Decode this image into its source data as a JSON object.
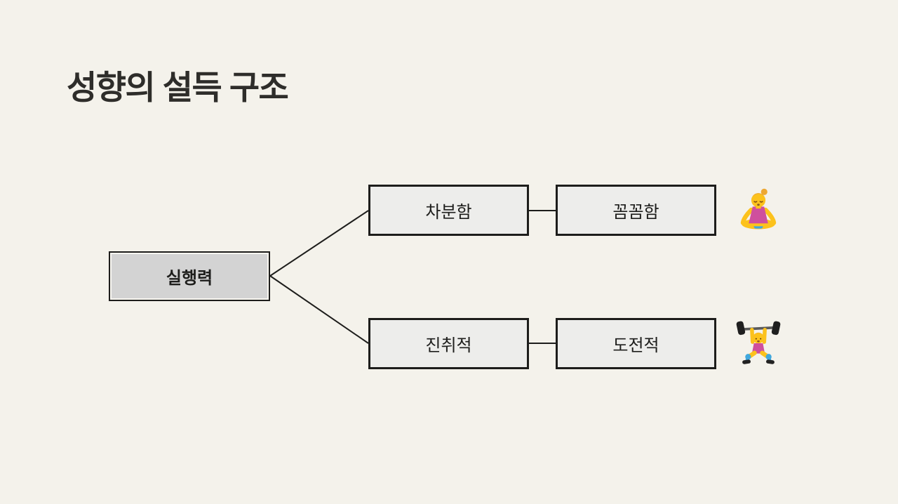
{
  "title": "성향의 설득 구조",
  "diagram": {
    "root": {
      "label": "실행력"
    },
    "rows": [
      {
        "left_label": "차분함",
        "right_label": "꼼꼼함",
        "icon": "woman-in-lotus-position-emoji"
      },
      {
        "left_label": "진취적",
        "right_label": "도전적",
        "icon": "woman-lifting-weights-emoji"
      }
    ]
  },
  "colors": {
    "background": "#f4f2eb",
    "title_text": "#2e2d2a",
    "box_border": "#1d1d1b",
    "root_fill": "#d3d3d3",
    "branch_fill": "#ededeb",
    "connector": "#1d1d1b",
    "emoji_skin": "#fcc21c",
    "emoji_hair": "#eda833",
    "emoji_outfit_pink": "#cf4f9d",
    "emoji_accent_blue": "#41a8dd"
  }
}
